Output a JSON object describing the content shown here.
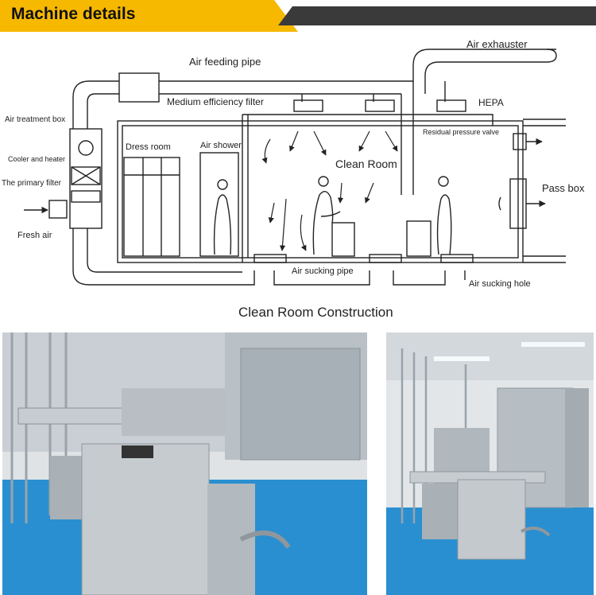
{
  "header": {
    "title": "Machine details"
  },
  "diagram": {
    "title": "Clean Room Construction",
    "labels": {
      "air_feeding_pipe": "Air feeding pipe",
      "air_exhauster": "Air exhauster",
      "medium_filter": "Medium efficiency filter",
      "hepa": "HEPA",
      "air_treatment_box": "Air treatment box",
      "cooler_heater": "Cooler and heater",
      "primary_filter": "The primary filter",
      "fresh_air": "Fresh air",
      "dress_room": "Dress room",
      "air_shower": "Air shower",
      "clean_room": "Clean Room",
      "residual_valve": "Residual pressure valve",
      "pass_box": "Pass box",
      "air_sucking_pipe": "Air sucking pipe",
      "air_sucking_hole": "Air sucking hole"
    }
  },
  "photos": {
    "left": {
      "subject": "ampoule-filling-machine"
    },
    "right": {
      "subject": "filling-line-in-cleanroom"
    }
  },
  "colors": {
    "header_yellow": "#f7b800",
    "header_dark": "#3a3a3a",
    "floor_blue": "#2a8fd0"
  }
}
